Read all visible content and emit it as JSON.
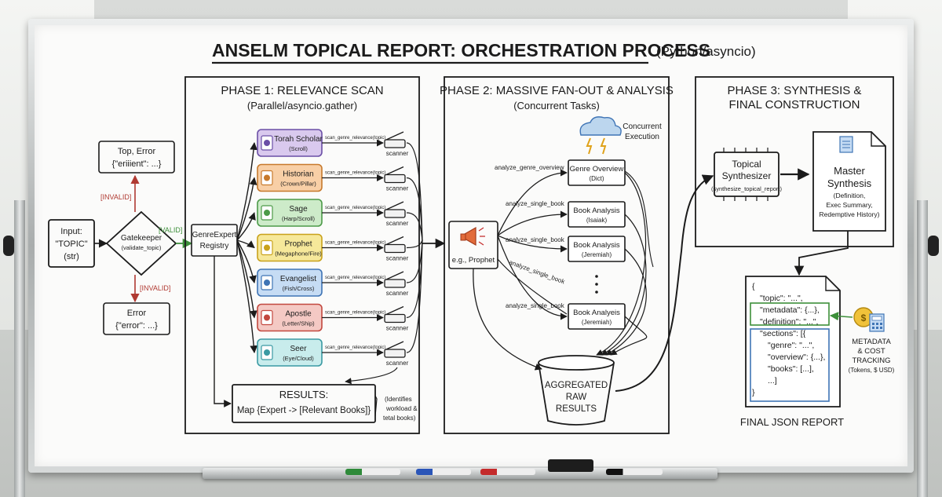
{
  "title": {
    "main": "ANSELM TOPICAL REPORT: ORCHESTRATION PROCESS",
    "suffix": "(Python/asyncio)"
  },
  "input": {
    "line1": "Input:",
    "line2": "\"TOPIC\"",
    "line3": "(str)"
  },
  "gatekeeper": {
    "label": "Gatekeeper",
    "sub": "(validate_topic)"
  },
  "error_top": {
    "line1": "Top, Error",
    "line2": "{\"eriiient\": ...}"
  },
  "error_bottom": {
    "line1": "Error",
    "line2": "{\"error\": ...}"
  },
  "labels": {
    "invalid_top": "[INVALID]",
    "invalid_bottom": "[INVALID]",
    "valid": "[VALID]"
  },
  "registry": {
    "line1": "GenreExpert",
    "line2": "Registry"
  },
  "phase1": {
    "title": "PHASE 1: RELEVANCE SCAN",
    "subtitle": "(Parallel/asyncio.gather)",
    "call_label": "scan_genre_relevance(topic)",
    "scanner_label": "scanner",
    "experts": [
      {
        "name": "Torah Scholar",
        "sub": "(Scroll)",
        "icon": "scroll-icon",
        "fill": "#d9c9ee",
        "stroke": "#6b4fa6"
      },
      {
        "name": "Historian",
        "sub": "(Crown/Pillar)",
        "icon": "pillar-icon",
        "fill": "#f8cfa6",
        "stroke": "#c77a2d"
      },
      {
        "name": "Sage",
        "sub": "(Harp/Scroll)",
        "icon": "harp-icon",
        "fill": "#cdebc9",
        "stroke": "#4c9a48"
      },
      {
        "name": "Prophet",
        "sub": "(Megaphone/Fire)",
        "icon": "megaphone-icon",
        "fill": "#f6e89a",
        "stroke": "#c9a21c"
      },
      {
        "name": "Evangelist",
        "sub": "(Fish/Cross)",
        "icon": "fish-icon",
        "fill": "#c6dcf4",
        "stroke": "#3f74b5"
      },
      {
        "name": "Apostle",
        "sub": "(Letter/Ship)",
        "icon": "ship-icon",
        "fill": "#f4c9c4",
        "stroke": "#c2483f"
      },
      {
        "name": "Seer",
        "sub": "(Eye/Cloud)",
        "icon": "eye-icon",
        "fill": "#c8ecec",
        "stroke": "#3b9aa3"
      }
    ],
    "results": {
      "title": "RESULTS:",
      "body": "Map {Expert -> [Relevant Books]}"
    },
    "note": {
      "line1": "(Identifies",
      "line2": "workload &",
      "line3": "tetal books)"
    }
  },
  "phase2": {
    "title": "PHASE 2: MASSIVE FAN-OUT & ANALYSIS",
    "subtitle": "(Concurrent Tasks)",
    "concurrent": {
      "line1": "Concurrent",
      "line2": "Execution"
    },
    "source_label": "e.g., Prophet",
    "overview": {
      "call": "analyze_genre_overview",
      "title": "Genre Overview",
      "sub": "(Dict)"
    },
    "books": [
      {
        "call": "analyze_single_book",
        "title": "Book Analysis",
        "sub": "(Isaiak)"
      },
      {
        "call": "analyze_single_book",
        "title": "Book Analysis",
        "sub": "(Jeremiah)"
      },
      {
        "call": "analyze_single_book",
        "title": "Book Analyeis",
        "sub": "(Jeremiah)"
      }
    ],
    "extra_call": "analyze_single_book",
    "aggregated": {
      "line1": "AGGREGATED",
      "line2": "RAW",
      "line3": "RESULTS"
    }
  },
  "phase3": {
    "title_line1": "PHASE 3: SYNTHESIS &",
    "title_line2": "FINAL CONSTRUCTION",
    "synthesizer": {
      "line1": "Topical",
      "line2": "Synthesizer",
      "sub": "(synthesize_topical_report)"
    },
    "master": {
      "line1": "Master",
      "line2": "Synthesis",
      "sub1": "(Definition,",
      "sub2": "Exec Summary,",
      "sub3": "Redemptive History)"
    }
  },
  "json_report": {
    "lines": [
      "{",
      "\"topic\": \"...\",",
      "\"metadata\": {...},",
      "\"definition\": \"...\",",
      "\"sections\": [{",
      "\"genre\": \"...\",",
      "\"overview\": {...},",
      "\"books\": [...],",
      "...]",
      "}"
    ],
    "caption": "FINAL JSON REPORT"
  },
  "metadata_tracking": {
    "line1": "METADATA",
    "line2": "& COST",
    "line3": "TRACKING",
    "line4": "(Tokens, $ USD)"
  },
  "colors": {
    "invalid": "#b03a32",
    "valid": "#3d8f3a",
    "ink": "#1b1b1b",
    "metadata_box": "#3d8f3a",
    "sections_box": "#3f74b5"
  }
}
